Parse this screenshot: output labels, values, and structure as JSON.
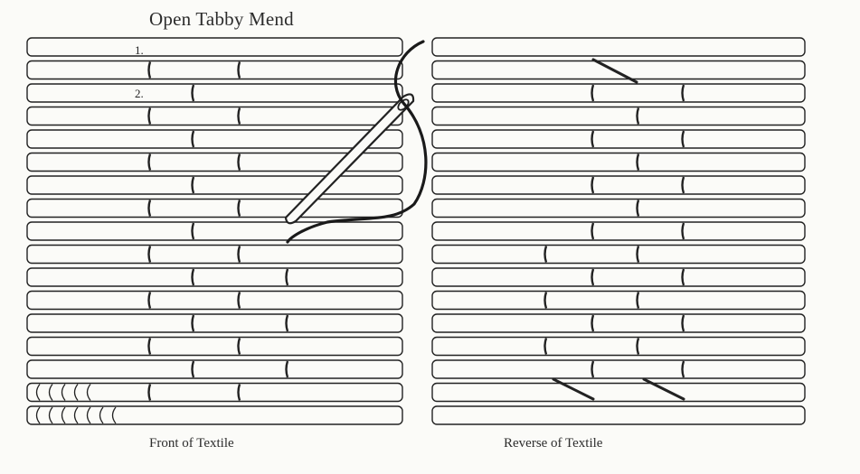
{
  "title": "Open Tabby Mend",
  "captions": {
    "front": "Front of Textile",
    "reverse": "Reverse of Textile"
  },
  "markers": {
    "row1": "1.",
    "row2": "2."
  },
  "colors": {
    "ink": "#222222",
    "paper": "#fbfbf8",
    "thread": "#1a1a1a"
  },
  "icons": {
    "needle": "needle-icon",
    "thread": "thread-icon"
  }
}
